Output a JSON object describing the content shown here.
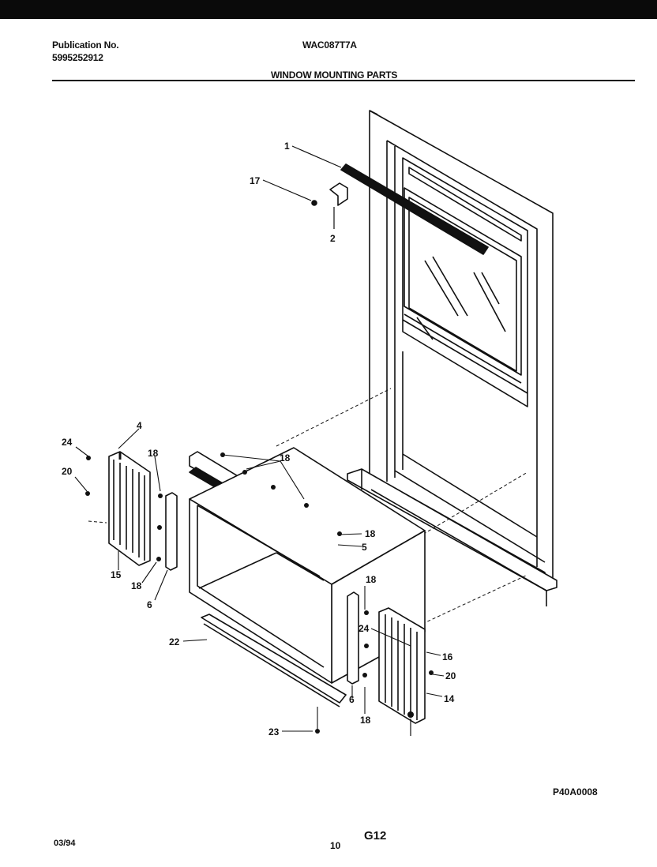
{
  "header": {
    "publication_label": "Publication No.",
    "publication_number": "5995252912",
    "model": "WAC087T7A",
    "section_title": "WINDOW MOUNTING PARTS"
  },
  "callouts": {
    "c1": "1",
    "c17": "17",
    "c2": "2",
    "c4": "4",
    "c24a": "24",
    "c20a": "20",
    "c18a": "18",
    "c18b": "18",
    "c15": "15",
    "c18c": "18",
    "c6a": "6",
    "c18d": "18",
    "c5": "5",
    "c22": "22",
    "c18e": "18",
    "c24b": "24",
    "c16": "16",
    "c20b": "20",
    "c14": "14",
    "c6b": "6",
    "c18f": "18",
    "c23": "23"
  },
  "footer": {
    "figure_code": "P40A0008",
    "date": "03/94",
    "page": "10",
    "section": "G12"
  }
}
